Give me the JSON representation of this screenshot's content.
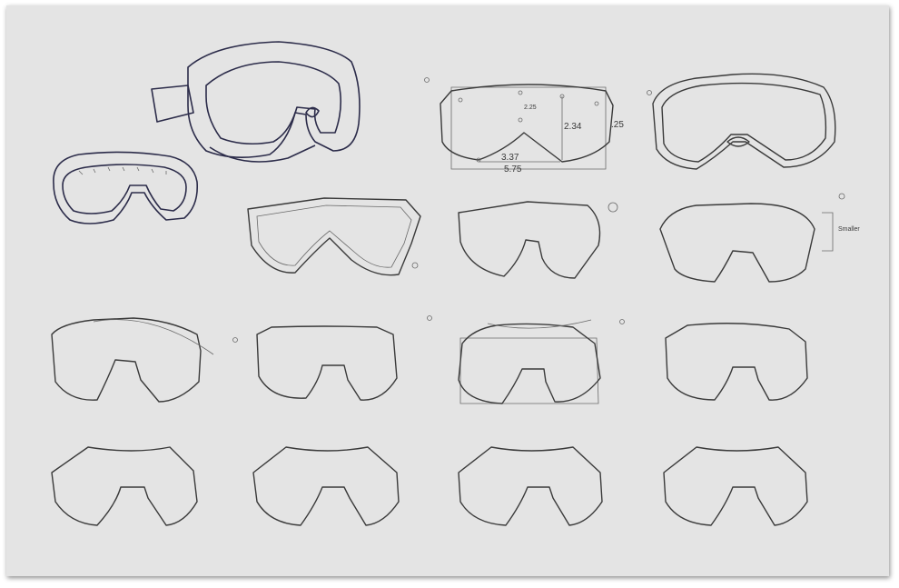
{
  "annotations": {
    "dim_225": "2.25",
    "dim_234": "2.34",
    "dim_337": "3.37",
    "dim_575": "5.75",
    "note_small": ".25",
    "note_smaller": "Smaller"
  }
}
